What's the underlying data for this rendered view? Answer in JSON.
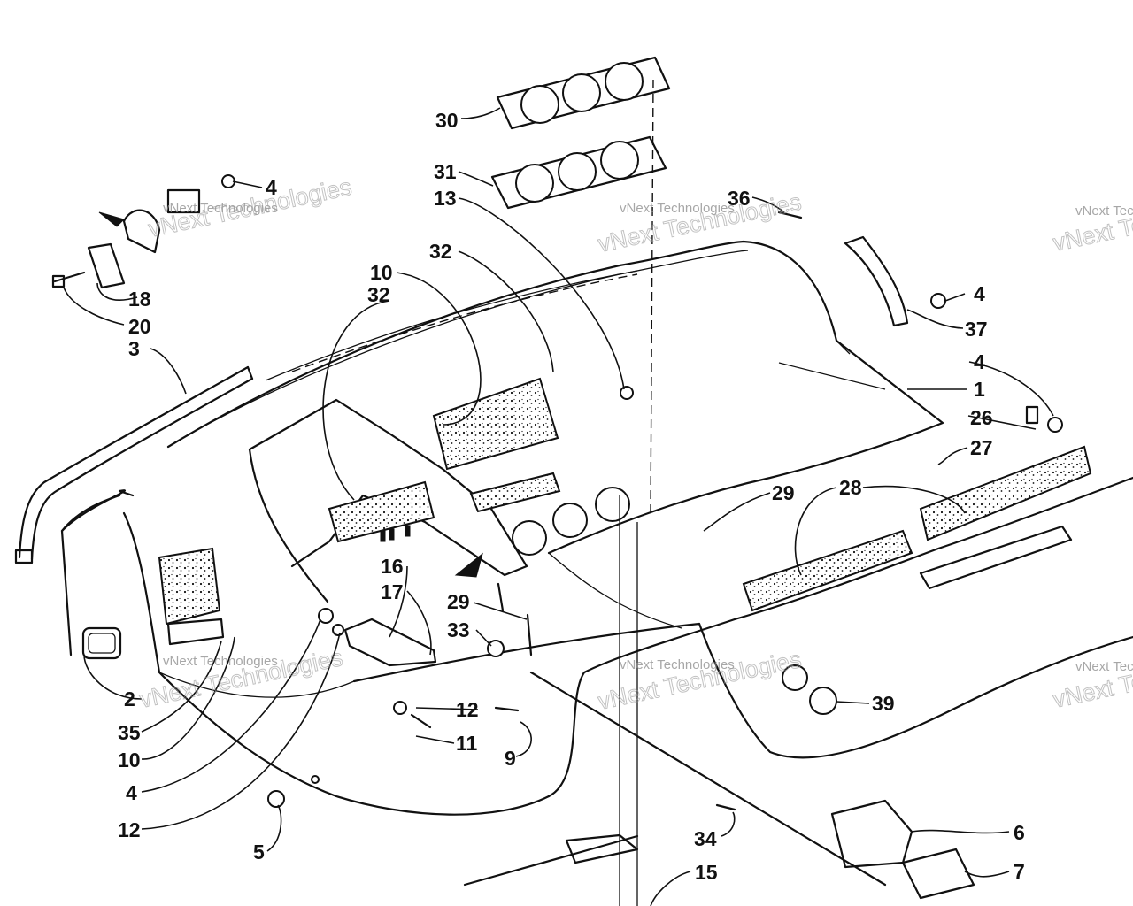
{
  "diagram": {
    "labels": [
      {
        "id": "l30",
        "text": "30"
      },
      {
        "id": "l31",
        "text": "31"
      },
      {
        "id": "l13",
        "text": "13"
      },
      {
        "id": "l32a",
        "text": "32"
      },
      {
        "id": "l10a",
        "text": "10"
      },
      {
        "id": "l32b",
        "text": "32"
      },
      {
        "id": "l4a",
        "text": "4"
      },
      {
        "id": "l18",
        "text": "18"
      },
      {
        "id": "l20",
        "text": "20"
      },
      {
        "id": "l3",
        "text": "3"
      },
      {
        "id": "l36",
        "text": "36"
      },
      {
        "id": "l4b",
        "text": "4"
      },
      {
        "id": "l37",
        "text": "37"
      },
      {
        "id": "l4c",
        "text": "4"
      },
      {
        "id": "l1",
        "text": "1"
      },
      {
        "id": "l26",
        "text": "26"
      },
      {
        "id": "l27",
        "text": "27"
      },
      {
        "id": "l28",
        "text": "28"
      },
      {
        "id": "l29a",
        "text": "29"
      },
      {
        "id": "l16",
        "text": "16"
      },
      {
        "id": "l17",
        "text": "17"
      },
      {
        "id": "l29b",
        "text": "29"
      },
      {
        "id": "l33",
        "text": "33"
      },
      {
        "id": "l39",
        "text": "39"
      },
      {
        "id": "l12a",
        "text": "12"
      },
      {
        "id": "l11",
        "text": "11"
      },
      {
        "id": "l9",
        "text": "9"
      },
      {
        "id": "l2",
        "text": "2"
      },
      {
        "id": "l35",
        "text": "35"
      },
      {
        "id": "l10b",
        "text": "10"
      },
      {
        "id": "l4d",
        "text": "4"
      },
      {
        "id": "l12b",
        "text": "12"
      },
      {
        "id": "l5",
        "text": "5"
      },
      {
        "id": "l34",
        "text": "34"
      },
      {
        "id": "l6",
        "text": "6"
      },
      {
        "id": "l7",
        "text": "7"
      },
      {
        "id": "l15",
        "text": "15"
      }
    ]
  },
  "watermark": {
    "line1": "vNext Technologies",
    "line2": "vNext Technologies"
  }
}
